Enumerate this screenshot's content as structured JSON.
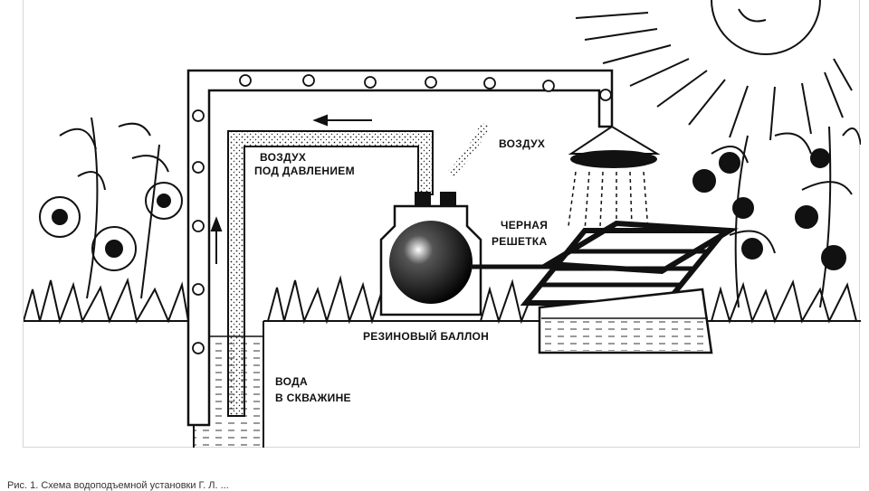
{
  "diagram": {
    "labels": {
      "air_pressure_1": "ВОЗДУХ",
      "air_pressure_2": "ПОД ДАВЛЕНИЕМ",
      "air": "ВОЗДУХ",
      "grid_1": "ЧЕРНАЯ",
      "grid_2": "РЕШЕТКА",
      "balloon": "РЕЗИНОВЫЙ БАЛЛОН",
      "water_1": "ВОДА",
      "water_2": "В СКВАЖИНЕ"
    }
  },
  "caption": "Рис. 1. Схема водоподъемной установки Г. Л. ..."
}
